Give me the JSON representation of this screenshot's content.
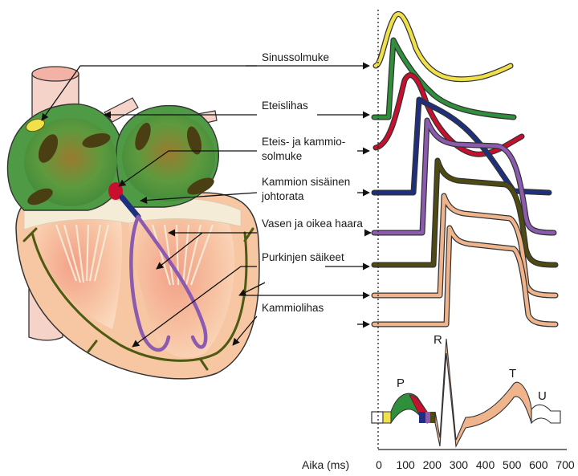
{
  "labels": {
    "sa_node": "Sinussolmuke",
    "atrial_muscle": "Eteislihas",
    "av_node_line1": "Eteis- ja kammio-",
    "av_node_line2": "solmuke",
    "his_bundle_line1": "Kammion sisäinen",
    "his_bundle_line2": "johtorata",
    "bundle_branches": "Vasen ja oikea haara",
    "purkinje": "Purkinjen säikeet",
    "ventricular_muscle": "Kammiolihas"
  },
  "ecg_waves": {
    "p": "P",
    "r": "R",
    "t": "T",
    "u": "U"
  },
  "time_axis": {
    "label": "Aika (ms)",
    "ticks": [
      "0",
      "100",
      "200",
      "300",
      "400",
      "500",
      "600",
      "700"
    ]
  },
  "colors": {
    "sa_node": "#f0e04a",
    "atrial": "#2f8f3a",
    "av_node": "#c8102e",
    "his": "#1f2f80",
    "branches": "#8c5bb0",
    "purkinje": "#4d4a12",
    "ventricle": "#f0b48c",
    "heart_wall": "#f6c7a2",
    "atrium_fill": "#5aa34e"
  }
}
